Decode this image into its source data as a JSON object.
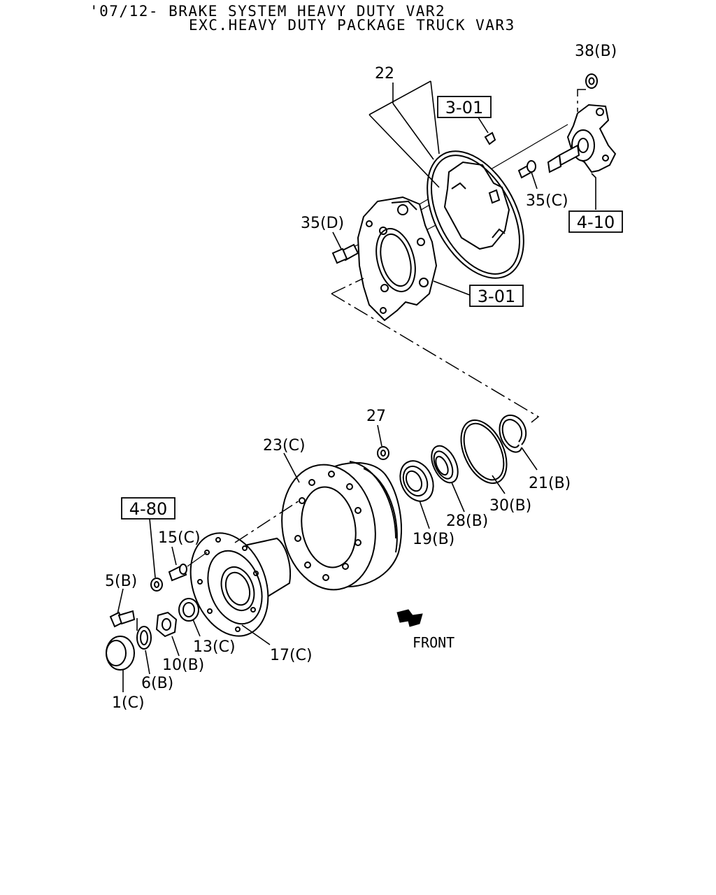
{
  "header": {
    "line1": "'07/12- BRAKE SYSTEM HEAVY DUTY VAR2",
    "line2": "EXC.HEAVY DUTY PACKAGE TRUCK VAR3"
  },
  "refs": {
    "r1": "3-01",
    "r2": "4-10",
    "r3": "3-01",
    "r4": "4-80"
  },
  "labels": {
    "p38b": "38(B)",
    "p22": "22",
    "p35c": "35(C)",
    "p35d": "35(D)",
    "p27": "27",
    "p23c": "23(C)",
    "p21b": "21(B)",
    "p30b": "30(B)",
    "p28b": "28(B)",
    "p19b": "19(B)",
    "p15c": "15(C)",
    "p5b": "5(B)",
    "p13c": "13(C)",
    "p17c": "17(C)",
    "p10b": "10(B)",
    "p6b": "6(B)",
    "p1c": "1(C)",
    "front": "FRONT"
  }
}
